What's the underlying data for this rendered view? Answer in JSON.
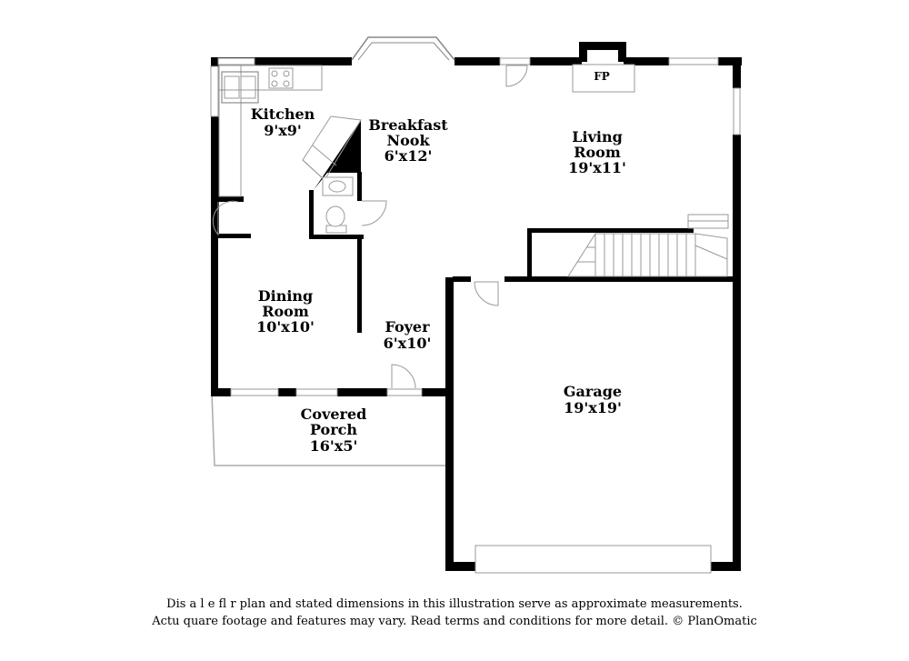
{
  "rooms": {
    "kitchen": {
      "name": "Kitchen",
      "size": "9'x9'"
    },
    "breakfast_nook": {
      "name1": "Breakfast",
      "name2": "Nook",
      "size": "6'x12'"
    },
    "living_room": {
      "name1": "Living",
      "name2": "Room",
      "size": "19'x11'"
    },
    "dining_room": {
      "name1": "Dining",
      "name2": "Room",
      "size": "10'x10'"
    },
    "foyer": {
      "name": "Foyer",
      "size": "6'x10'"
    },
    "garage": {
      "name": "Garage",
      "size": "19'x19'"
    },
    "covered_porch": {
      "name1": "Covered",
      "name2": "Porch",
      "size": "16'x5'"
    }
  },
  "fireplace_label": "FP",
  "disclaimer": {
    "line1": "Dis    a     l e fl   r plan and stated dimensions in this illustration serve as approximate measurements.",
    "line2": "Actu   quare footage and features may vary. Read terms and conditions for more detail. © PlanOmatic"
  }
}
